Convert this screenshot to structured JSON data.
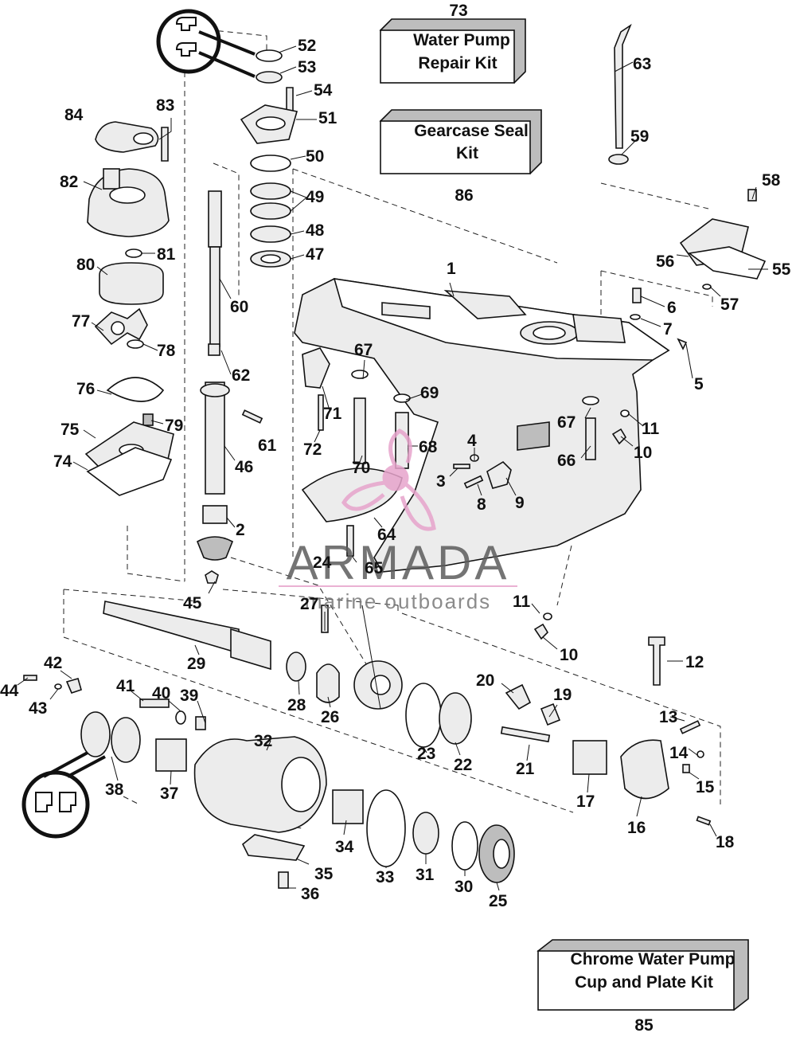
{
  "kits": {
    "water_pump": {
      "number": "73",
      "line1": "Water Pump",
      "line2": "Repair Kit"
    },
    "gearcase_seal": {
      "number": "86",
      "line1": "Gearcase Seal",
      "line2": "Kit"
    },
    "chrome_cup": {
      "number": "85",
      "line1": "Chrome Water Pump",
      "line2": "Cup and Plate Kit"
    }
  },
  "watermark": {
    "brand": "ARMADA",
    "tagline": "marine outboards",
    "colors": {
      "propeller": "#e7a4cc",
      "text": "#5c5c5c"
    }
  },
  "callouts": {
    "c1": "1",
    "c2": "2",
    "c3": "3",
    "c4": "4",
    "c5": "5",
    "c6": "6",
    "c7": "7",
    "c8": "8",
    "c9": "9",
    "c10a": "10",
    "c10b": "10",
    "c11a": "11",
    "c11b": "11",
    "c12": "12",
    "c13": "13",
    "c14": "14",
    "c15": "15",
    "c16": "16",
    "c17": "17",
    "c18": "18",
    "c19": "19",
    "c20": "20",
    "c21": "21",
    "c22": "22",
    "c23": "23",
    "c24": "24",
    "c25": "25",
    "c26": "26",
    "c27": "27",
    "c28": "28",
    "c29": "29",
    "c30": "30",
    "c31": "31",
    "c32": "32",
    "c33": "33",
    "c34": "34",
    "c35": "35",
    "c36": "36",
    "c37": "37",
    "c38": "38",
    "c39": "39",
    "c40": "40",
    "c41": "41",
    "c42": "42",
    "c43": "43",
    "c44": "44",
    "c45": "45",
    "c46": "46",
    "c47": "47",
    "c48": "48",
    "c49": "49",
    "c50": "50",
    "c51": "51",
    "c52": "52",
    "c53": "53",
    "c54": "54",
    "c55": "55",
    "c56": "56",
    "c57": "57",
    "c58": "58",
    "c59": "59",
    "c60": "60",
    "c61": "61",
    "c62": "62",
    "c63": "63",
    "c64": "64",
    "c65": "65",
    "c66": "66",
    "c67a": "67",
    "c67b": "67",
    "c68": "68",
    "c69": "69",
    "c70": "70",
    "c71": "71",
    "c72": "72",
    "c74": "74",
    "c75": "75",
    "c76": "76",
    "c77": "77",
    "c78": "78",
    "c79": "79",
    "c80": "80",
    "c81": "81",
    "c82": "82",
    "c83": "83",
    "c84": "84"
  }
}
